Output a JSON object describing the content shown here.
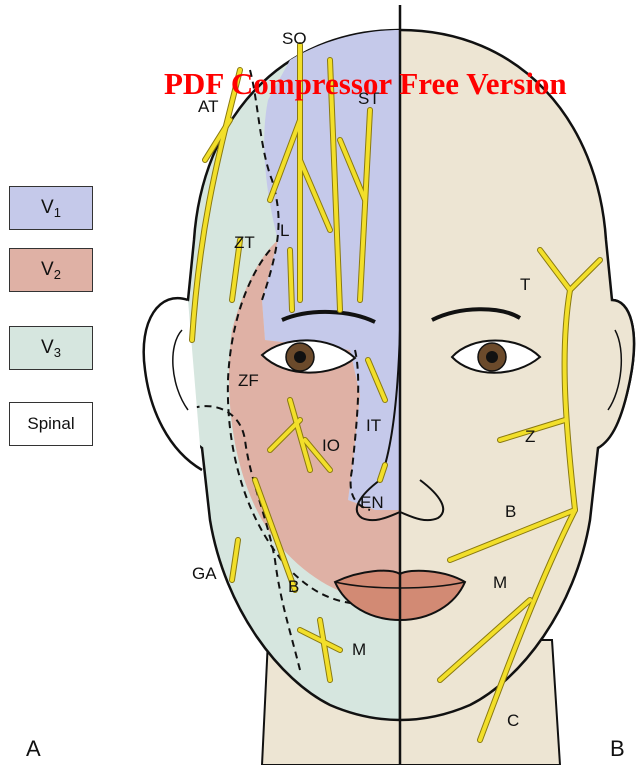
{
  "legend": [
    {
      "base": "V",
      "sub": "1",
      "color": "#c5c9ea"
    },
    {
      "base": "V",
      "sub": "2",
      "color": "#dfb1a5"
    },
    {
      "base": "V",
      "sub": "3",
      "color": "#d6e6df"
    },
    {
      "base": "Spinal",
      "sub": "",
      "color": "#ffffff"
    }
  ],
  "nerve_labels": {
    "so": "SO",
    "st": "ST",
    "at": "AT",
    "zt": "ZT",
    "l": "L",
    "zf": "ZF",
    "io": "IO",
    "it": "IT",
    "en": "EN",
    "ga": "GA",
    "b_left": "B",
    "m_left": "M",
    "t": "T",
    "z": "Z",
    "b_right": "B",
    "m_right": "M",
    "c": "C"
  },
  "panels": {
    "left": "A",
    "right": "B"
  },
  "watermark": "PDF Compressor Free Version",
  "colors": {
    "v1": "#c5c9ea",
    "v2": "#dfb1a5",
    "v3": "#d6e6df",
    "skin": "#ede5d3",
    "nerve": "#f2df2a",
    "nerve_edge": "#8a7a10",
    "outline": "#111111"
  }
}
